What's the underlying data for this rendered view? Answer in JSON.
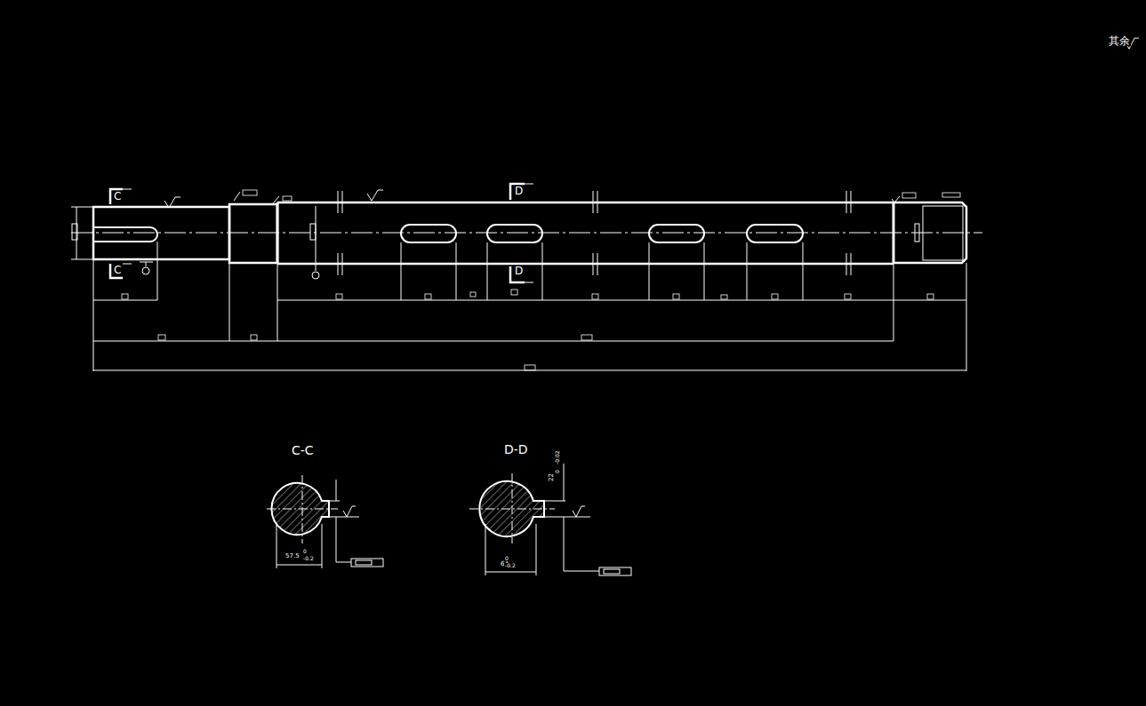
{
  "diagram": {
    "labels": [
      "其余",
      "C",
      "C",
      "D",
      "D",
      "C-C",
      "D-D",
      "57.5",
      "0",
      "-0.2",
      "64",
      "0",
      "-0.2",
      "22",
      "0",
      "-0.02"
    ]
  }
}
